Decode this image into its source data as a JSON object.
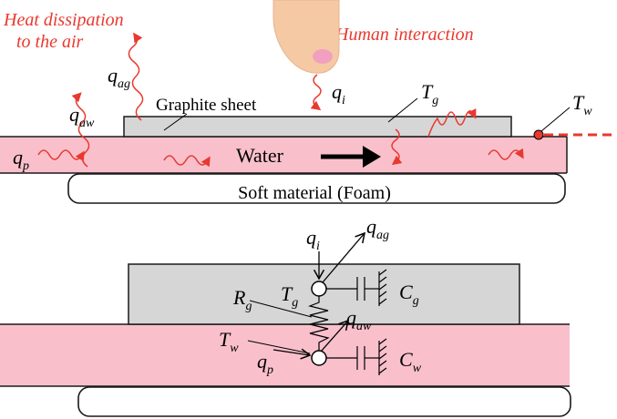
{
  "colors": {
    "heat_red": "#e8392f",
    "water_pink": "#f9c0cc",
    "graphite_gray": "#d6d6d6",
    "foam_white": "#ffffff",
    "outline": "#1a1a1a"
  },
  "top_diagram": {
    "heat_dissipation_line1": "Heat dissipation",
    "heat_dissipation_line2": "to the air",
    "human_interaction": "Human interaction",
    "graphite_label": "Graphite sheet",
    "water_label": "Water",
    "foam_label": "Soft material (Foam)",
    "symbols": {
      "q_p": {
        "base": "q",
        "sub": "p"
      },
      "q_aw": {
        "base": "q",
        "sub": "aw"
      },
      "q_ag": {
        "base": "q",
        "sub": "ag"
      },
      "q_i": {
        "base": "q",
        "sub": "i"
      },
      "T_g": {
        "base": "T",
        "sub": "g"
      },
      "T_w": {
        "base": "T",
        "sub": "w"
      }
    }
  },
  "bottom_diagram": {
    "symbols": {
      "q_i": {
        "base": "q",
        "sub": "i"
      },
      "q_ag": {
        "base": "q",
        "sub": "ag"
      },
      "T_g": {
        "base": "T",
        "sub": "g"
      },
      "C_g": {
        "base": "C",
        "sub": "g"
      },
      "R_g": {
        "base": "R",
        "sub": "g"
      },
      "q_aw": {
        "base": "q",
        "sub": "aw"
      },
      "T_w": {
        "base": "T",
        "sub": "w"
      },
      "q_p": {
        "base": "q",
        "sub": "p"
      },
      "C_w": {
        "base": "C",
        "sub": "w"
      }
    }
  }
}
